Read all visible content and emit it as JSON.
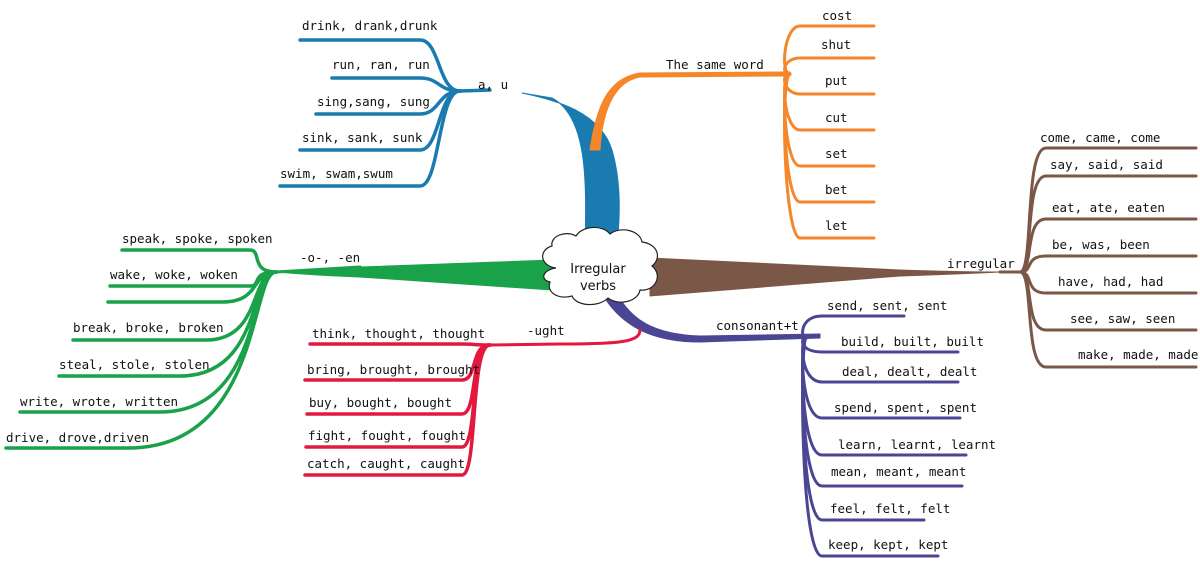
{
  "center": {
    "line1": "Irregular",
    "line2": "verbs"
  },
  "colors": {
    "a_u": "#1a7bb1",
    "same_word": "#f5862a",
    "o_en": "#1aa24a",
    "irregular": "#7b5747",
    "ught": "#e3183f",
    "consonant_t": "#4a4693"
  },
  "branches": {
    "a_u": {
      "label": "a, u",
      "leaves": [
        "drink, drank,drunk",
        "run, ran, run",
        "sing,sang, sung",
        "sink, sank, sunk",
        "swim, swam,swum"
      ]
    },
    "same_word": {
      "label": "The same word",
      "leaves": [
        "cost",
        "shut",
        "put",
        "cut",
        "set",
        "bet",
        "let"
      ]
    },
    "o_en": {
      "label": "-o-, -en",
      "leaves": [
        "speak, spoke, spoken",
        "wake, woke, woken",
        "",
        "break, broke, broken",
        "steal, stole, stolen",
        "write, wrote, written",
        "drive, drove,driven"
      ]
    },
    "ught": {
      "label": "-ught",
      "leaves": [
        "think, thought, thought",
        "bring, brought, brought",
        "buy, bought, bought",
        "fight, fought, fought",
        "catch, caught, caught"
      ]
    },
    "irregular": {
      "label": "irregular",
      "leaves": [
        "come, came, come",
        "say, said, said",
        "eat, ate, eaten",
        "be, was, been",
        "have, had, had",
        "see, saw, seen",
        "make, made, made"
      ]
    },
    "consonant_t": {
      "label": "consonant+t",
      "leaves": [
        "send, sent, sent",
        "build, built, built",
        "deal, dealt, dealt",
        "spend, spent, spent",
        "learn, learnt, learnt",
        "mean, meant, meant",
        "feel, felt, felt",
        "keep, kept, kept"
      ]
    }
  }
}
